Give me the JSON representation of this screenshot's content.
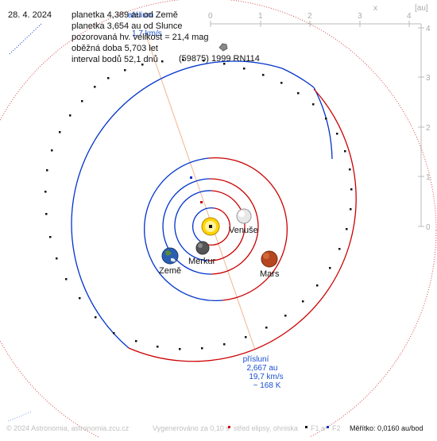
{
  "date": "28. 4. 2024",
  "info": {
    "line1": "planetka 4,389 au od Země",
    "line2": "planetka 3,654 au od Slunce",
    "line3": "pozorovaná hv. velikost = 21,4 mag",
    "line4": "oběžná doba 5,703 let",
    "line5": "interval bodů 52,1 dnů"
  },
  "asteroid_name": "(59875) 1999 RN114",
  "aphelion": {
    "title": "afélium",
    "distance": "",
    "speed": "1,7 km/s",
    "temperature": ""
  },
  "perihelion": {
    "title": "přísluní",
    "distance": "2,667 au",
    "speed": "19,7 km/s",
    "temperature": "~ 168 K"
  },
  "planets": {
    "venus": "Venuše",
    "mercury": "Merkur",
    "earth": "Země",
    "mars": "Mars"
  },
  "axes": {
    "x_label": "x",
    "unit_label": "[au]",
    "x_ticks": [
      "0",
      "1",
      "2",
      "3",
      "4"
    ],
    "y_ticks": [
      "4",
      "3",
      "2",
      "1",
      "0"
    ]
  },
  "footer": {
    "copyright": "© 2024 Astronomia, astronomia.zcu.cz",
    "generated": "Vygenerováno za 0,10 s",
    "legend_center": "střed elipsy, ohniska",
    "legend_f1": "F1 a",
    "legend_f2": "F2",
    "scale": "Měřítko: 0,0160 au/bod"
  },
  "colors": {
    "above_ecliptic": "#0033cc",
    "below_ecliptic": "#cc0000",
    "apsis_line": "#f2b48c",
    "label_blue": "#1a4fd0",
    "grid": "#bbbbbb",
    "footer_text": "#c0c0c0"
  }
}
